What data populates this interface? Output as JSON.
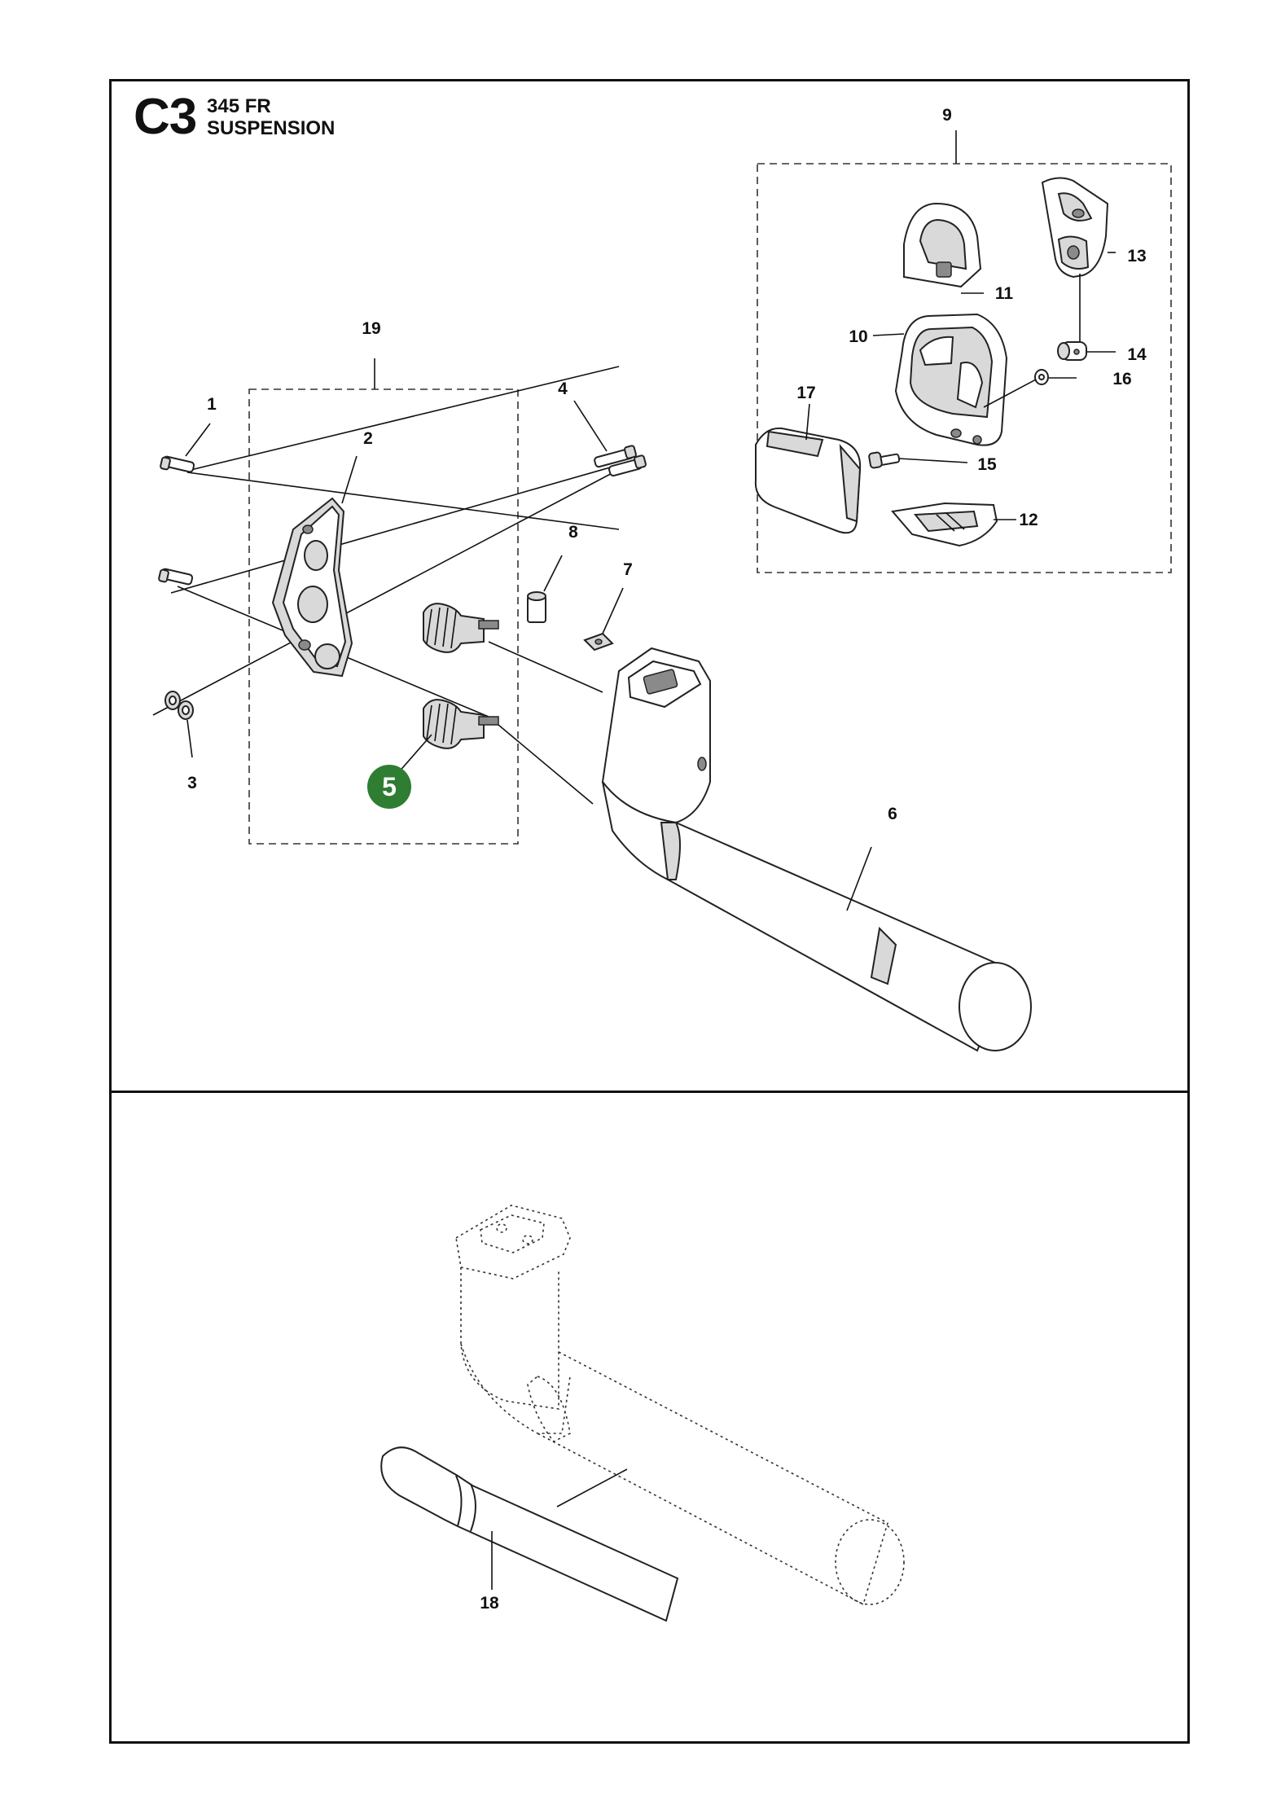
{
  "header": {
    "section_code": "C3",
    "model": "345 FR",
    "title": "SUSPENSION"
  },
  "callouts": {
    "c1": "1",
    "c2": "2",
    "c3": "3",
    "c4": "4",
    "c5": "5",
    "c6": "6",
    "c7": "7",
    "c8": "8",
    "c9": "9",
    "c10": "10",
    "c11": "11",
    "c12": "12",
    "c13": "13",
    "c14": "14",
    "c15": "15",
    "c16": "16",
    "c17": "17",
    "c18": "18",
    "c19": "19"
  },
  "colors": {
    "highlight_badge": "#2e7d32",
    "line": "#111111"
  }
}
